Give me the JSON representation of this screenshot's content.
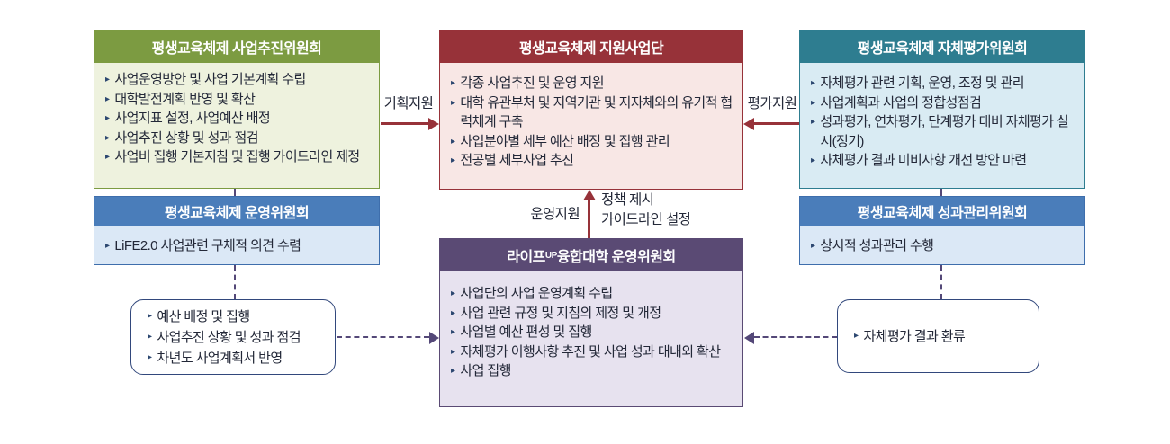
{
  "icons": {
    "bullet": "▸"
  },
  "colors": {
    "green": "#7c9b41",
    "green_body": "#eef2de",
    "red": "#973239",
    "red_body": "#f8e7e5",
    "teal": "#2e7d90",
    "teal_body": "#d9ebf3",
    "blue": "#4a7dba",
    "blue_body": "#dbe8f6",
    "purple": "#5a4a74",
    "purple_body": "#e7e2ef",
    "note_border": "#32487c",
    "dashed_connector": "#544878",
    "solid_arrow": "#973239",
    "text": "#232838"
  },
  "boxes": {
    "promotion": {
      "title": "평생교육체제 사업추진위원회",
      "items": [
        "사업운영방안 및 사업 기본계획 수립",
        "대학발전계획 반영 및 확산",
        "사업지표 설정, 사업예산 배정",
        "사업추진 상황 및 성과 점검",
        "사업비 집행 기본지침 및 집행 가이드라인 제정"
      ]
    },
    "support": {
      "title": "평생교육체제 지원사업단",
      "items": [
        "각종 사업추진 및 운영 지원",
        "대학 유관부처 및 지역기관 및 지자체와의 유기적 협력체계 구축",
        "사업분야별 세부 예산 배정 및 집행 관리",
        "전공별 세부사업 추진"
      ]
    },
    "self_eval": {
      "title": "평생교육체제 자체평가위원회",
      "items": [
        "자체평가 관련 기획, 운영, 조정 및 관리",
        "사업계획과 사업의 정합성점검",
        "성과평가, 연차평가, 단계평가 대비 자체평가 실시(정기)",
        "자체평가 결과 미비사항 개선 방안 마련"
      ]
    },
    "operating": {
      "title": "평생교육체제 운영위원회",
      "items": [
        "LiFE2.0 사업관련 구체적 의견 수렴"
      ]
    },
    "performance": {
      "title": "평생교육체제 성과관리위원회",
      "items": [
        "상시적 성과관리 수행"
      ]
    },
    "life_up": {
      "title_prefix": "라이프",
      "title_sup": "UP",
      "title_suffix": " 융합대학 운영위원회",
      "items": [
        "사업단의 사업 운영계획 수립",
        "사업 관련 규정 및 지침의 제정 및 개정",
        "사업별 예산 편성 및 집행",
        "자체평가 이행사항 추진 및 사업 성과 대내외 확산",
        "사업 집행"
      ]
    },
    "budget_note": {
      "items": [
        "예산 배정 및 집행",
        "사업추진 상황 및 성과 점검",
        "차년도 사업계획서 반영"
      ]
    },
    "feedback_note": {
      "items": [
        "자체평가 결과 환류"
      ]
    }
  },
  "arrows": {
    "planning_support": "기획지원",
    "evaluation_support": "평가지원",
    "operation_support": "운영지원",
    "policy_line1": "정책 제시",
    "policy_line2": "가이드라인 설정"
  }
}
